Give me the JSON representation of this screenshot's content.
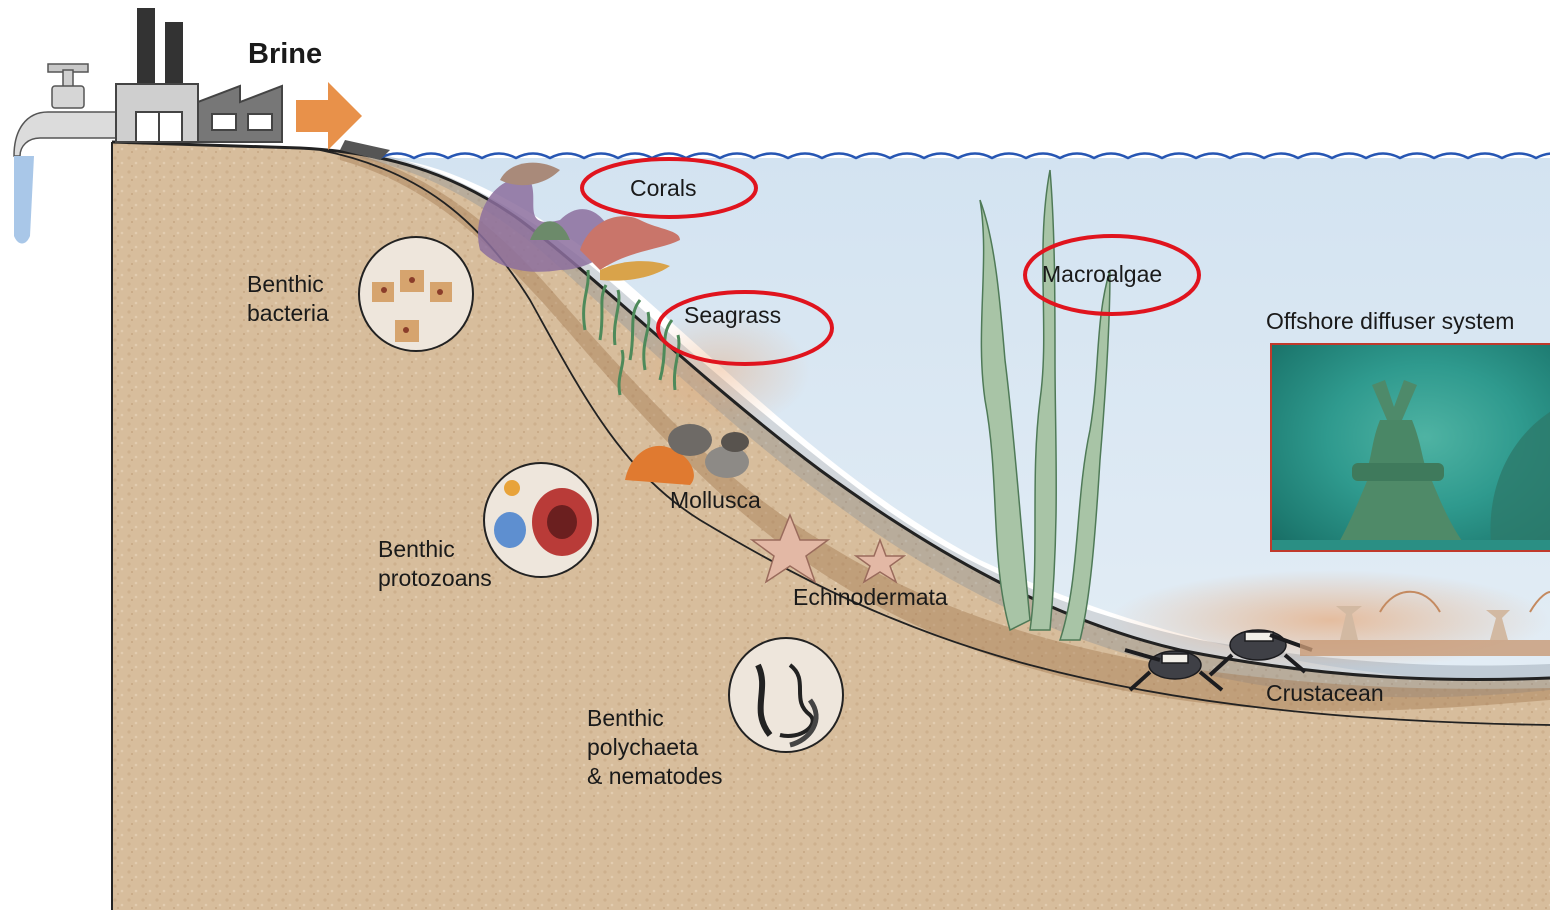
{
  "title": "Brine",
  "labels": {
    "corals": "Corals",
    "seagrass": "Seagrass",
    "macroalgae": "Macroalgae",
    "offshore": "Offshore diffuser system",
    "bacteria_1": "Benthic",
    "bacteria_2": "bacteria",
    "protozoa_1": "Benthic",
    "protozoa_2": "protozoans",
    "mollusca": "Mollusca",
    "echinodermata": "Echinodermata",
    "polychaeta_1": "Benthic",
    "polychaeta_2": "polychaeta",
    "polychaeta_3": "& nematodes",
    "crustacean": "Crustacean"
  },
  "colors": {
    "highlight_ring": "#e0141e",
    "sediment": "#d7bd9c",
    "water": "#dce9f3",
    "wave": "#2656b3",
    "brine_arrow": "#e8914a",
    "plume": "#e6a26e"
  },
  "highlighted": [
    "corals",
    "seagrass",
    "macroalgae"
  ]
}
